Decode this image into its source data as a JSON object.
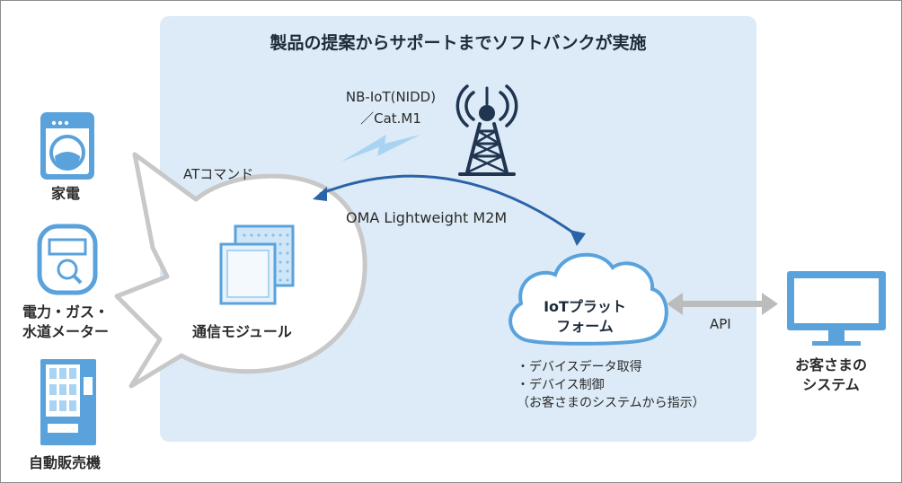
{
  "title": "製品の提案からサポートまでソフトバンクが実施",
  "network": {
    "line1": "NB-IoT(NIDD)",
    "line2": "／Cat.M1"
  },
  "at_command": "ATコマンド",
  "protocol": "OMA Lightweight M2M",
  "module_label": "通信モジュール",
  "cloud": {
    "line1": "IoTプラット",
    "line2": "フォーム"
  },
  "features": [
    "・デバイスデータ取得",
    "・デバイス制御",
    "（お客さまのシステムから指示）"
  ],
  "api_label": "API",
  "customer": {
    "line1": "お客さまの",
    "line2": "システム"
  },
  "devices": {
    "appliance": "家電",
    "meter_line1": "電力・ガス・",
    "meter_line2": "水道メーター",
    "vending": "自動販売機"
  },
  "colors": {
    "panel": "#dcebf7",
    "icon_blue": "#5aa2dc",
    "icon_light": "#a9d3f2",
    "arrow_dark": "#2a63a8",
    "bubble_border": "#c8c8c8",
    "api_arrow": "#bcbcbc"
  }
}
